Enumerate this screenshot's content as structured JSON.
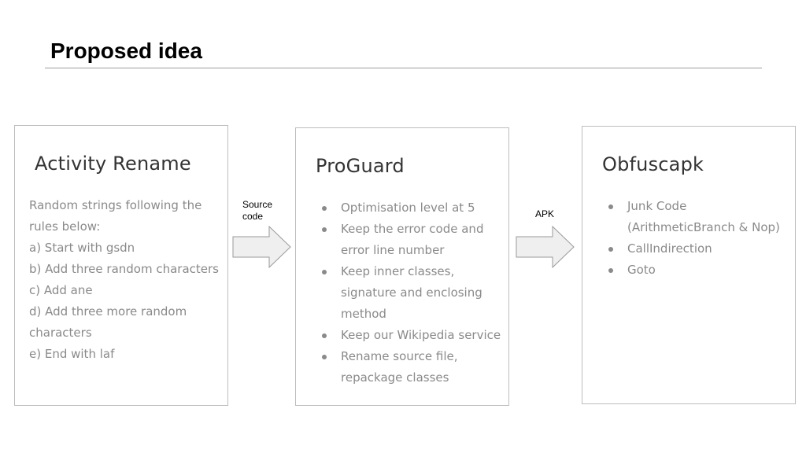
{
  "slide": {
    "title": "Proposed idea"
  },
  "boxes": {
    "activity_rename": {
      "title": "Activity Rename",
      "lines": [
        "Random strings following the",
        "rules below:",
        "a) Start with gsdn",
        "b) Add three random characters",
        "c) Add ane",
        "d) Add three more random",
        "characters",
        "e) End with laf"
      ]
    },
    "proguard": {
      "title": "ProGuard",
      "bullets": [
        "Optimisation level at 5",
        "Keep the error code and error line number",
        "Keep inner classes, signature and enclosing method",
        "Keep our Wikipedia service",
        "Rename source file, repackage classes"
      ]
    },
    "obfuscapk": {
      "title": "Obfuscapk",
      "bullets": [
        "Junk Code (ArithmeticBranch & Nop)",
        "CallIndirection",
        "Goto"
      ]
    }
  },
  "arrows": {
    "first_label_line1": "Source",
    "first_label_line2": "code",
    "second_label": "APK"
  },
  "colors": {
    "box_border": "#bdbdbd",
    "arrow_fill": "#efefef",
    "arrow_stroke": "#9a9a9a",
    "body_text": "#8a8a8a",
    "heading_text": "#333333"
  }
}
